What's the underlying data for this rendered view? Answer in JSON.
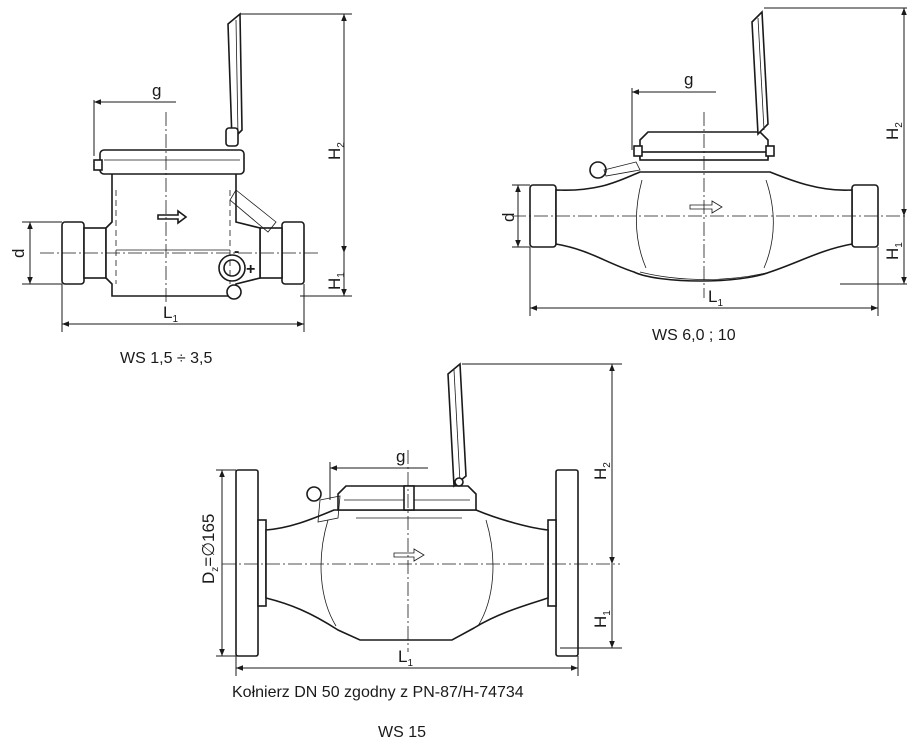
{
  "figures": [
    {
      "id": "ws-small",
      "caption": "WS 1,5 ÷ 3,5",
      "labels": {
        "g": "g",
        "d": "d",
        "L": "L",
        "L_sub": "1",
        "H1": "H",
        "H1_sub": "1",
        "H2": "H",
        "H2_sub": "2"
      }
    },
    {
      "id": "ws-medium",
      "caption": "WS 6,0 ; 10",
      "labels": {
        "g": "g",
        "d": "d",
        "L": "L",
        "L_sub": "1",
        "H1": "H",
        "H1_sub": "1",
        "H2": "H",
        "H2_sub": "2"
      }
    },
    {
      "id": "ws-large",
      "caption_line1": "Kołnierz DN 50 zgodny z PN-87/H-74734",
      "caption": "WS 15",
      "labels": {
        "g": "g",
        "Dz": "D",
        "Dz_sub": "z",
        "Dz_value": "=∅165",
        "L": "L",
        "L_sub": "1",
        "H1": "H",
        "H1_sub": "1",
        "H2": "H",
        "H2_sub": "2"
      }
    }
  ]
}
